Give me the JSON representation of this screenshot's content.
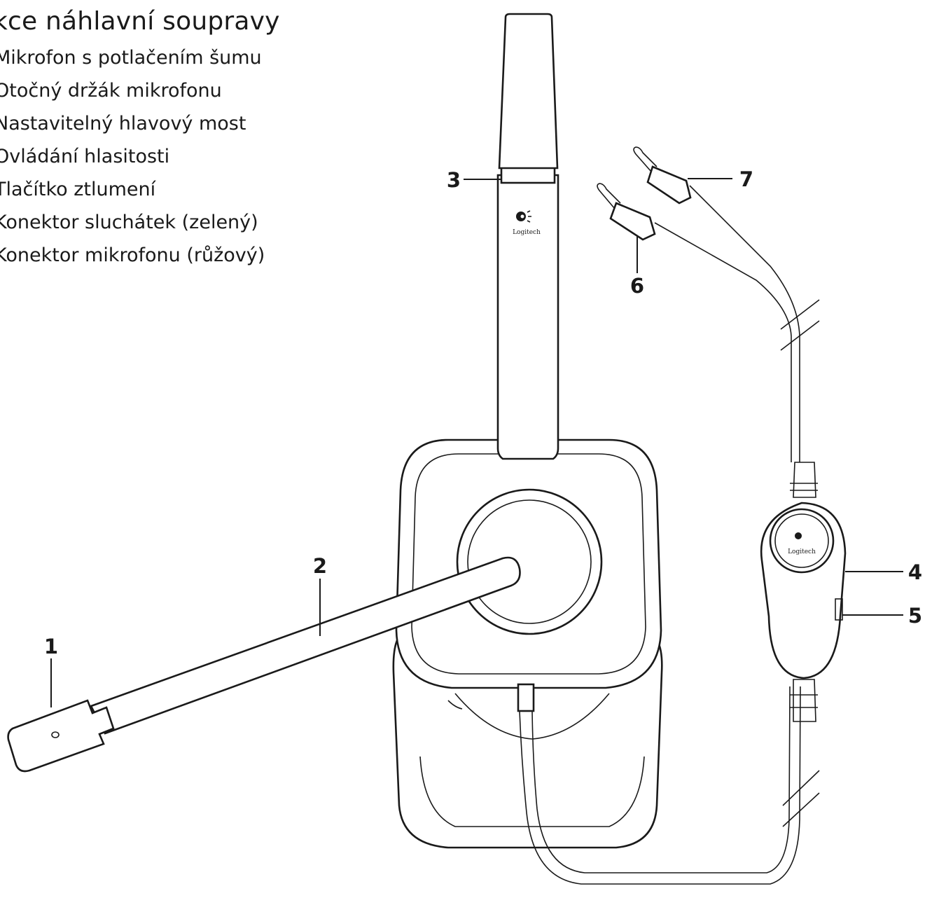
{
  "legend": {
    "title": "kce náhlavní soupravy",
    "items": [
      "Mikrofon s potlačením šumu",
      "Otočný držák mikrofonu",
      "Nastavitelný hlavový most",
      "Ovládání hlasitosti",
      "Tlačítko ztlumení",
      "Konektor sluchátek (zelený)",
      "Konektor mikrofonu (růžový)"
    ]
  },
  "callouts": [
    "1",
    "2",
    "3",
    "4",
    "5",
    "6",
    "7"
  ],
  "brand": {
    "logo_text": "Logitech"
  },
  "icons": [
    "logitech-logo-icon"
  ],
  "colors": {
    "ink": "#1a1a1a",
    "background": "#ffffff"
  }
}
